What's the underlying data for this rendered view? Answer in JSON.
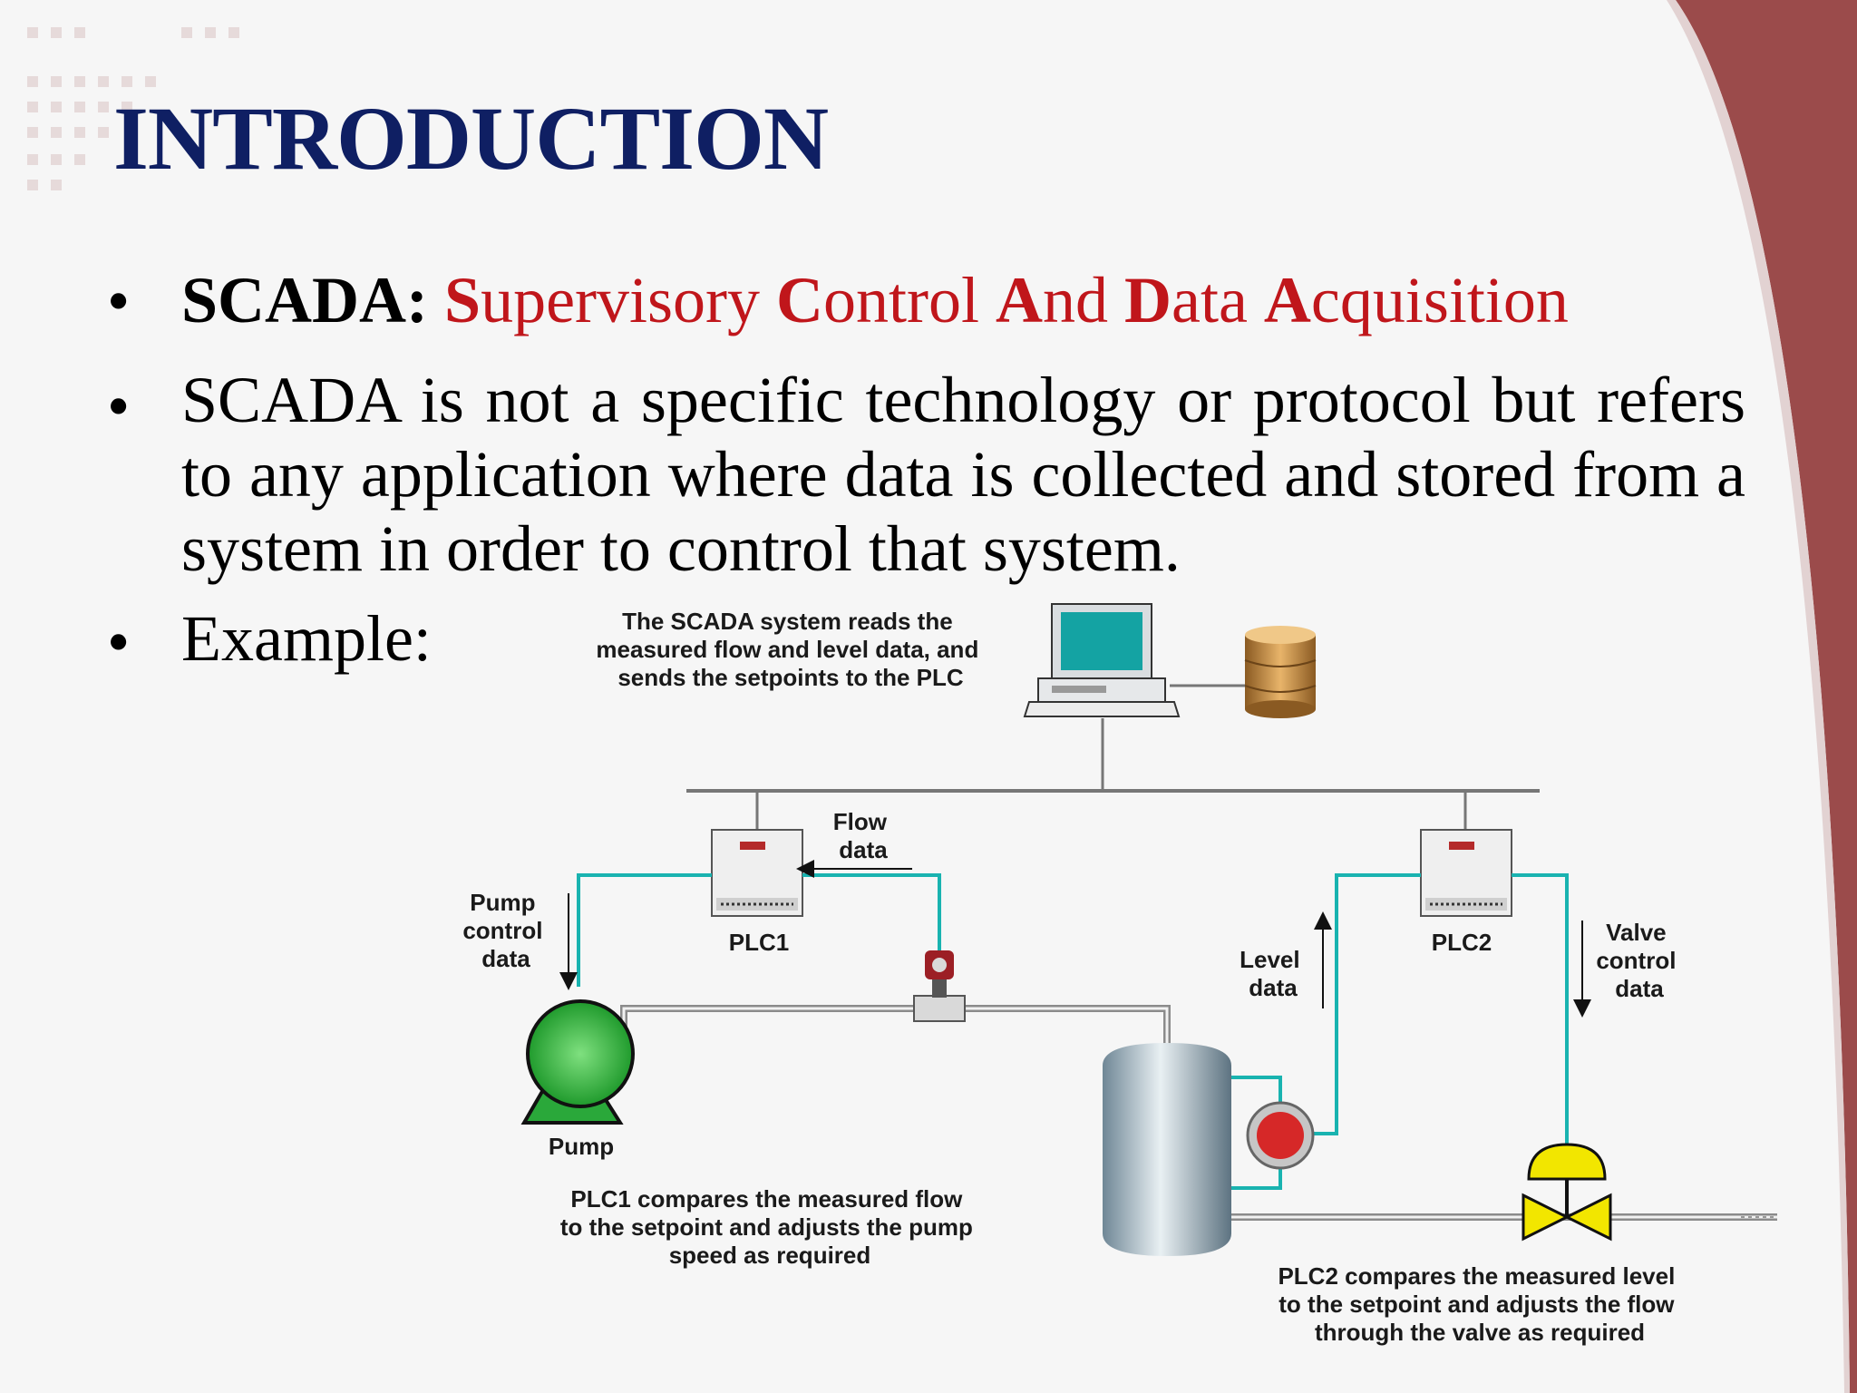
{
  "title": "INTRODUCTION",
  "bullets": {
    "b1": {
      "label": "SCADA:",
      "parts": [
        {
          "initial": "S",
          "rest": "upervisory"
        },
        {
          "initial": "C",
          "rest": "ontrol"
        },
        {
          "initial": "A",
          "rest": "nd"
        },
        {
          "initial": "D",
          "rest": "ata"
        },
        {
          "initial": "A",
          "rest": "cquisition"
        }
      ]
    },
    "b2": "SCADA is not a specific technology or protocol but refers to any application where data is collected and stored from a system in order to control that system.",
    "b3": "Example:"
  },
  "diagram": {
    "scada_note": [
      "The SCADA system reads the",
      "measured flow and level data, and",
      "sends the setpoints to the PLC"
    ],
    "flow_data": [
      "Flow",
      "data"
    ],
    "pump_control": [
      "Pump",
      "control",
      "data"
    ],
    "plc1": "PLC1",
    "plc2": "PLC2",
    "level_data": [
      "Level",
      "data"
    ],
    "valve_control": [
      "Valve",
      "control",
      "data"
    ],
    "pump": "Pump",
    "plc1_note": [
      "PLC1 compares the measured flow",
      "to the setpoint and adjusts the pump",
      "speed as required"
    ],
    "plc2_note": [
      "PLC2 compares the measured level",
      "to the setpoint and adjusts the flow",
      "through the valve as required"
    ]
  },
  "colors": {
    "title": "#0f1f63",
    "accent_red": "#c0161b",
    "corner": "#9b4b4b",
    "signal_line": "#19b3b0",
    "pump": "#2aa83a",
    "sensor": "#d62828",
    "valve": "#f2e600"
  }
}
